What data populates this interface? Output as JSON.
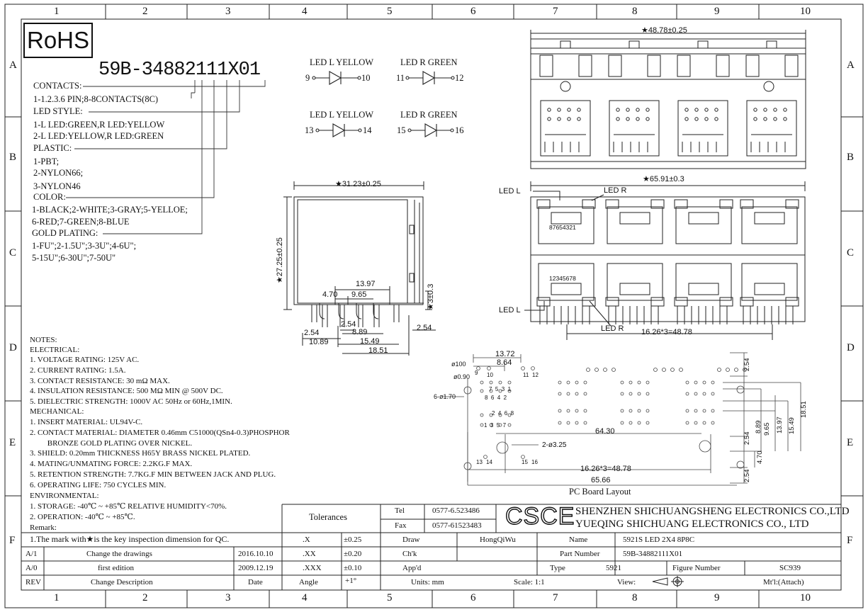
{
  "grid": {
    "cols": [
      "1",
      "2",
      "3",
      "4",
      "5",
      "6",
      "7",
      "8",
      "9",
      "10"
    ],
    "rows": [
      "A",
      "B",
      "C",
      "D",
      "E",
      "F"
    ]
  },
  "rohs": "RoHS",
  "part_code": "59B-34882111X01",
  "spec": [
    "CONTACTS:",
    "1-1.2.3.6 PIN;8-8CONTACTS(8C)",
    "LED STYLE:",
    "1-L LED:GREEN,R LED:YELLOW",
    "2-L LED:YELLOW,R LED:GREEN",
    "PLASTIC:",
    "1-PBT;",
    "2-NYLON66;",
    "3-NYLON46",
    "COLOR:",
    "1-BLACK;2-WHITE;3-GRAY;5-YELLOE;",
    "6-RED;7-GREEN;8-BLUE",
    "GOLD PLATING:",
    "1-FU\";2-1.5U\";3-3U\";4-6U\";",
    "5-15U\";6-30U\";7-50U\""
  ],
  "leds": [
    {
      "label": "LED L YELLOW",
      "a": "9",
      "k": "10"
    },
    {
      "label": "LED R GREEN",
      "a": "11",
      "k": "12"
    },
    {
      "label": "LED L YELLOW",
      "a": "13",
      "k": "14"
    },
    {
      "label": "LED R GREEN",
      "a": "15",
      "k": "16"
    }
  ],
  "dims": {
    "top_width": "★48.78±0.25",
    "side_width": "★31.23±0.25",
    "side_height": "★27.25±0.25",
    "side_pin": "★3±0.3",
    "d1397": "13.97",
    "d470": "4.70",
    "d965": "9.65",
    "d254a": "2.54",
    "d254b": "2.54",
    "d254c": "2.54",
    "d889": "8.89",
    "d1089": "10.89",
    "d1549": "15.49",
    "d1851": "18.51",
    "front_width": "★65.91±0.3",
    "led_l": "LED L",
    "led_r": "LED R",
    "pitch": "16.26*3=48.78",
    "pins_top": "87654321",
    "pins_bot": "12345678"
  },
  "pcb": {
    "d1372": "13.72",
    "d864": "8.64",
    "o100": "ø100",
    "o090": "ø0.90",
    "o170": "6-ø1.70",
    "o325": "2-ø3.25",
    "d6430": "64.30",
    "d6566": "65.66",
    "pitch": "16.26*3=48.78",
    "r254a": "2.54",
    "r254b": "2.54",
    "r254c": "2.54",
    "r889": "8.89",
    "r965": "9.65",
    "r1397": "13.97",
    "r1549": "15.49",
    "r1851": "18.51",
    "r470": "4.70",
    "caption": "PC Board Layout",
    "n9": "9",
    "n10": "10",
    "n11": "11",
    "n12": "12",
    "n13": "13",
    "n14": "14",
    "n15": "15",
    "n16": "16",
    "pinrow1": "7  5  3  1",
    "pinrow2": "8  6  4  2",
    "pinrow3": "2  4  6  8",
    "pinrow4": "1  3  5  7"
  },
  "notes": [
    "NOTES:",
    "ELECTRICAL:",
    "1. VOLTAGE RATING: 125V AC.",
    "2. CURRENT RATING: 1.5A.",
    "3. CONTACT RESISTANCE: 30 mΩ MAX.",
    "4. INSULATION RESISTANCE: 500 MΩ MIN @ 500V DC.",
    "5. DIELECTRIC STRENGTH: 1000V AC 50Hz or 60Hz,1MIN.",
    "MECHANICAL:",
    "1. INSERT MATERIAL: UL94V-C.",
    "2. CONTACT MATERIAL: DIAMETER 0.46mm C51000(QSn4-0.3)PHOSPHOR",
    "         BRONZE GOLD PLATING OVER NICKEL.",
    "3. SHIELD: 0.20mm THICKNESS H65Y BRASS NICKEL PLATED.",
    "4. MATING/UNMATING FORCE: 2.2KG.F MAX.",
    "5. RETENTION STRENGTH: 7.7KG.F MIN BETWEEN JACK AND PLUG.",
    "6. OPERATING LIFE: 750 CYCLES MIN.",
    "ENVIRONMENTAL:",
    "1. STORAGE: -40℃ ~ +85℃ RELATIVE HUMIDITY<70%.",
    "2. OPERATION: -40℃ ~ +85℃.",
    "Remark:",
    "1.The mark with★is the key inspection dimension for QC."
  ],
  "title_block": {
    "tolerances": "Tolerances",
    "tel_label": "Tel",
    "tel": "0577-6.523486",
    "fax_label": "Fax",
    "fax": "0577-61523483",
    "logo": "CSCE",
    "company1": "SHENZHEN SHICHUANGSHENG ELECTRONICS CO.,LTD",
    "company2": "YUEQING SHICHUANG ELECTRONICS CO., LTD",
    "tol_x": ".X",
    "tol_x_v": "±0.25",
    "tol_xx": ".XX",
    "tol_xx_v": "±0.20",
    "tol_xxx": ".XXX",
    "tol_xxx_v": "±0.10",
    "angle": "Angle",
    "angle_v": "+1°",
    "draw": "Draw",
    "draw_v": "HongQiWu",
    "chk": "Ch'k",
    "appd": "App'd",
    "units": "Units: mm",
    "name_label": "Name",
    "name_v": "5921S LED 2X4 8P8C",
    "partnum_label": "Part Number",
    "partnum_v": "59B-34882111X01",
    "type_label": "Type",
    "type_v": "5921",
    "fig_label": "Figure Number",
    "fig_v": "SC939",
    "scale": "Scale: 1:1",
    "view": "View:",
    "mtl": "Mt'l:(Attach)"
  },
  "revisions": [
    {
      "rev": "A/1",
      "desc": "Change the drawings",
      "date": "2016.10.10"
    },
    {
      "rev": "A/0",
      "desc": "first edition",
      "date": "2009.12.19"
    },
    {
      "rev": "REV",
      "desc": "Change Description",
      "date": "Date"
    }
  ]
}
